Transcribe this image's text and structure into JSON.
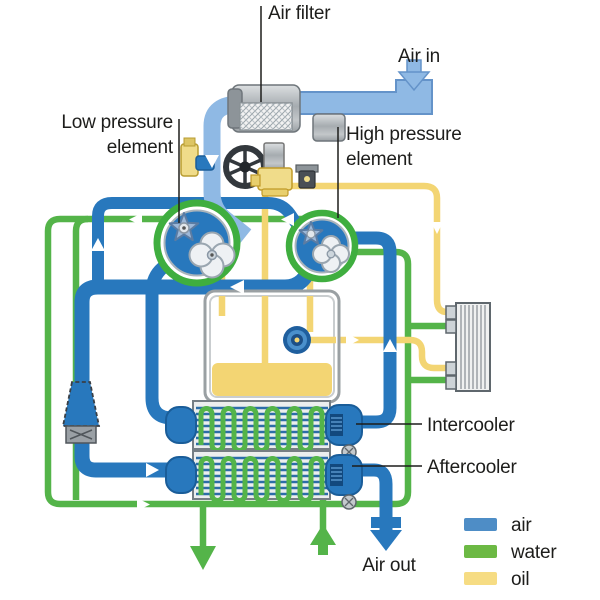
{
  "labels": {
    "air_filter": "Air filter",
    "air_in": "Air in",
    "low_pressure_line1": "Low pressure",
    "low_pressure_line2": "element",
    "high_pressure_line1": "High pressure",
    "high_pressure_line2": "element",
    "intercooler": "Intercooler",
    "aftercooler": "Aftercooler",
    "air_out": "Air out"
  },
  "legend": {
    "items": [
      {
        "label": "air",
        "color": "#4e8dc6"
      },
      {
        "label": "water",
        "color": "#6cb944"
      },
      {
        "label": "oil",
        "color": "#f6dc83"
      }
    ]
  },
  "colors": {
    "air_pipe": "#2878bd",
    "air_intake_pipe": "#8fb9e4",
    "water_pipe": "#54b449",
    "oil_pipe": "#f3d573",
    "element_ring": "#3fae3f"
  }
}
